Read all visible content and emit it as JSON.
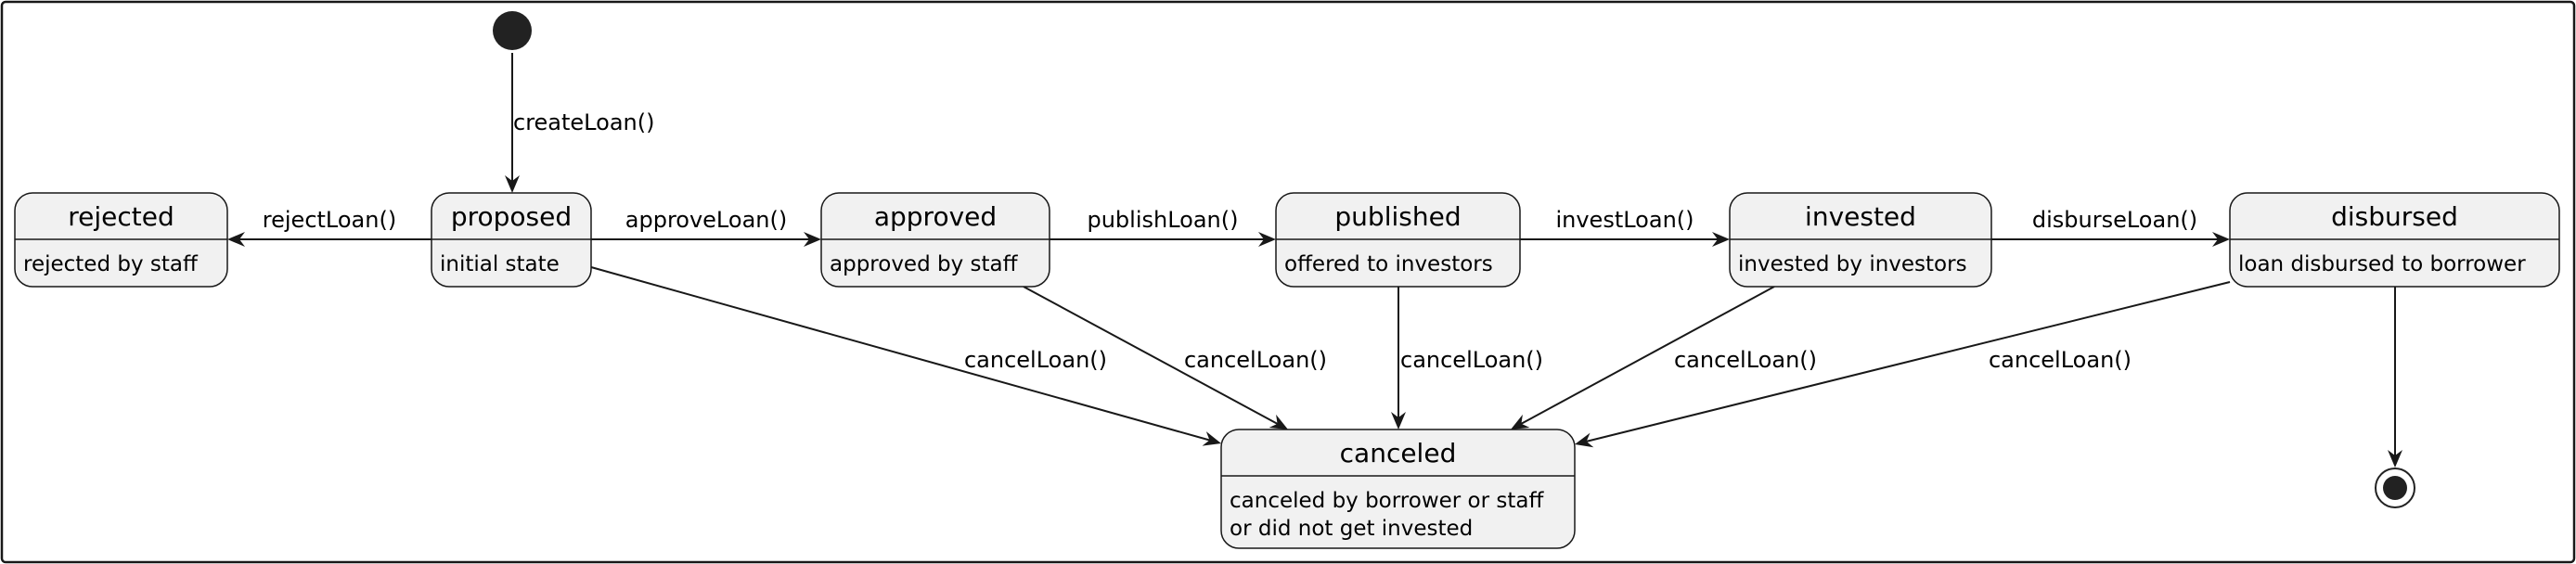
{
  "states": [
    {
      "id": "rejected",
      "name": "rejected",
      "description": [
        "rejected by staff"
      ]
    },
    {
      "id": "proposed",
      "name": "proposed",
      "description": [
        "initial state"
      ]
    },
    {
      "id": "approved",
      "name": "approved",
      "description": [
        "approved by staff"
      ]
    },
    {
      "id": "published",
      "name": "published",
      "description": [
        "offered to investors"
      ]
    },
    {
      "id": "invested",
      "name": "invested",
      "description": [
        "invested by investors"
      ]
    },
    {
      "id": "disbursed",
      "name": "disbursed",
      "description": [
        "loan disbursed to borrower"
      ]
    },
    {
      "id": "canceled",
      "name": "canceled",
      "description": [
        "canceled by borrower or staff",
        "or did not get invested"
      ]
    }
  ],
  "transitions": [
    {
      "from": "start",
      "to": "proposed",
      "label": "createLoan()"
    },
    {
      "from": "proposed",
      "to": "rejected",
      "label": "rejectLoan()"
    },
    {
      "from": "proposed",
      "to": "approved",
      "label": "approveLoan()"
    },
    {
      "from": "approved",
      "to": "published",
      "label": "publishLoan()"
    },
    {
      "from": "published",
      "to": "invested",
      "label": "investLoan()"
    },
    {
      "from": "invested",
      "to": "disbursed",
      "label": "disburseLoan()"
    },
    {
      "from": "proposed",
      "to": "canceled",
      "label": "cancelLoan()"
    },
    {
      "from": "approved",
      "to": "canceled",
      "label": "cancelLoan()"
    },
    {
      "from": "published",
      "to": "canceled",
      "label": "cancelLoan()"
    },
    {
      "from": "invested",
      "to": "canceled",
      "label": "cancelLoan()"
    },
    {
      "from": "disbursed",
      "to": "canceled",
      "label": "cancelLoan()"
    },
    {
      "from": "disbursed",
      "to": "end",
      "label": ""
    }
  ]
}
